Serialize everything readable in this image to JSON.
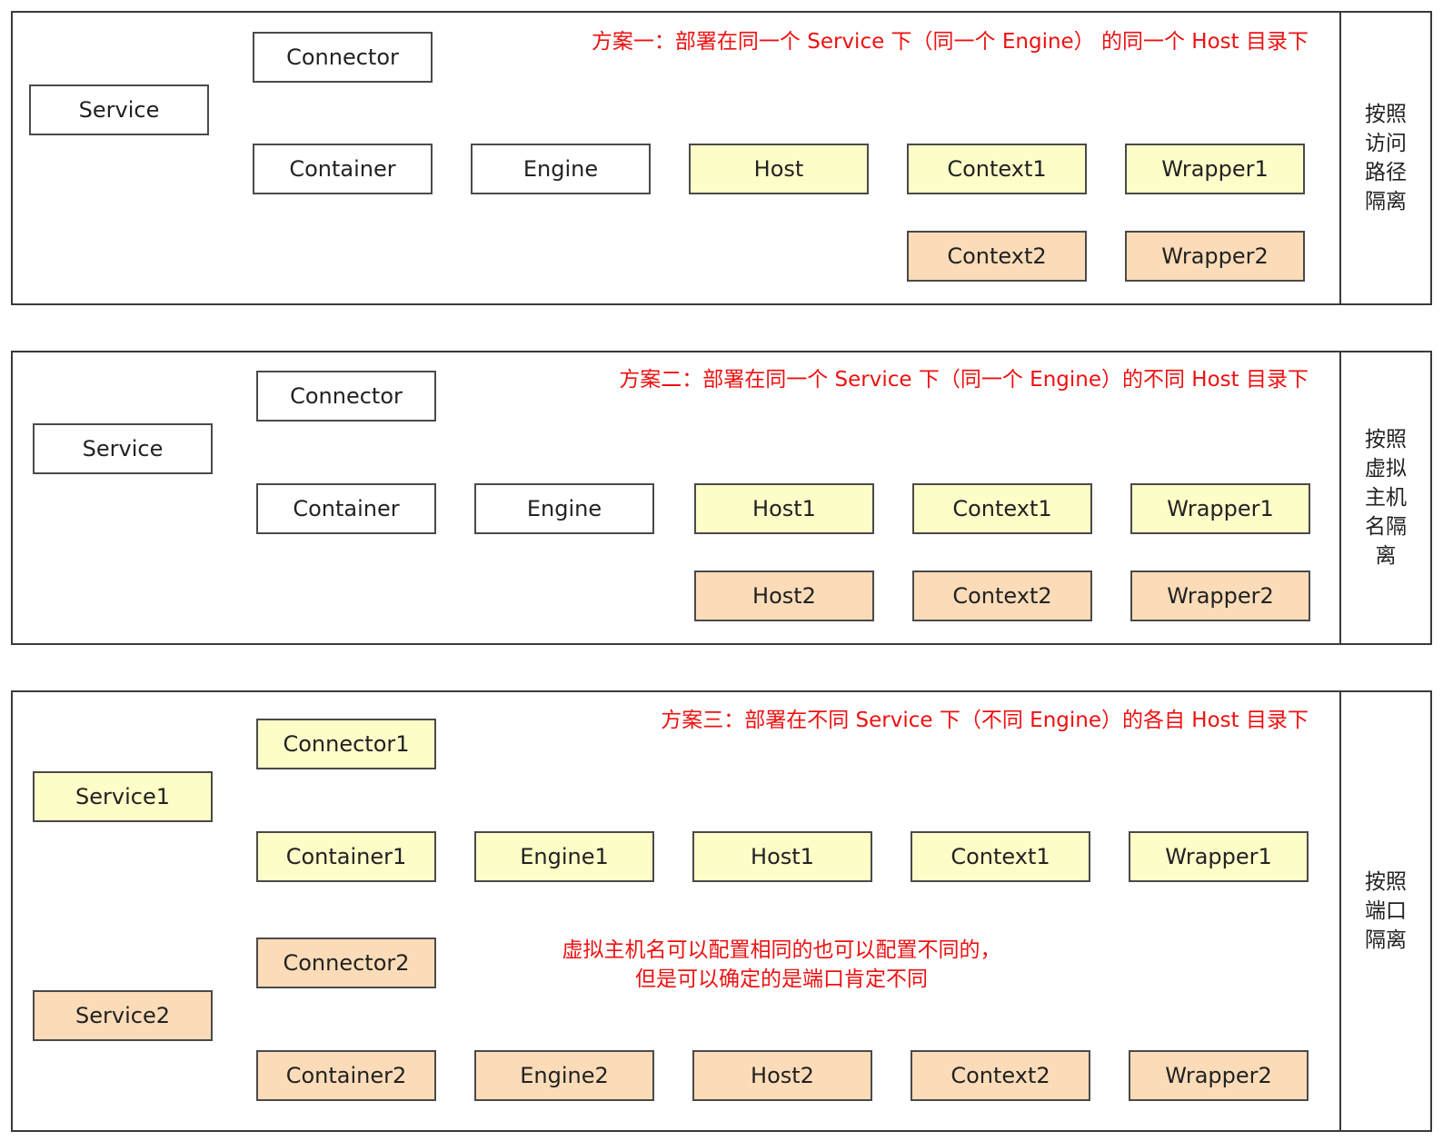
{
  "panels": [
    {
      "caption": "方案一：部署在同一个 Service 下（同一个 Engine） 的同一个 Host 目录下",
      "side_label": "按照访问路径隔离",
      "nodes": {
        "service": "Service",
        "connector": "Connector",
        "container": "Container",
        "engine": "Engine",
        "host": "Host",
        "context1": "Context1",
        "wrapper1": "Wrapper1",
        "context2": "Context2",
        "wrapper2": "Wrapper2"
      }
    },
    {
      "caption": "方案二：部署在同一个 Service 下（同一个 Engine）的不同 Host 目录下",
      "side_label": "按照虚拟主机名隔离",
      "nodes": {
        "service": "Service",
        "connector": "Connector",
        "container": "Container",
        "engine": "Engine",
        "host1": "Host1",
        "context1": "Context1",
        "wrapper1": "Wrapper1",
        "host2": "Host2",
        "context2": "Context2",
        "wrapper2": "Wrapper2"
      }
    },
    {
      "caption": "方案三：部署在不同 Service 下（不同 Engine）的各自 Host 目录下",
      "side_label": "按照端口隔离",
      "note": "虚拟主机名可以配置相同的也可以配置不同的，但是可以确定的是端口肯定不同",
      "nodes": {
        "service1": "Service1",
        "connector1": "Connector1",
        "container1": "Container1",
        "engine1": "Engine1",
        "host1": "Host1",
        "context1": "Context1",
        "wrapper1": "Wrapper1",
        "service2": "Service2",
        "connector2": "Connector2",
        "container2": "Container2",
        "engine2": "Engine2",
        "host2": "Host2",
        "context2": "Context2",
        "wrapper2": "Wrapper2"
      }
    }
  ],
  "colors": {
    "white": "#ffffff",
    "yellow": "#fdfdc8",
    "orange": "#fcdcb8",
    "caption": "#ee1111",
    "border": "#4a4a4a"
  }
}
